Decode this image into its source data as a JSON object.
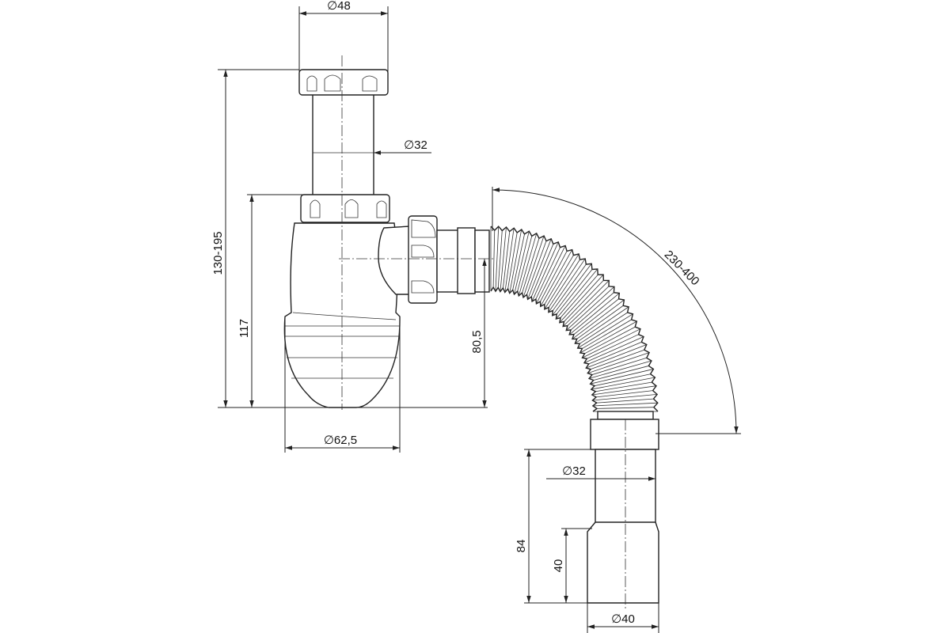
{
  "title": "Bottle siphon dimension drawing",
  "dimensions": {
    "top_nut_diameter": "∅48",
    "upper_pipe_diameter": "∅32",
    "total_height": "130-195",
    "body_height": "117",
    "outlet_height": "80,5",
    "body_diameter": "∅62,5",
    "hose_length": "230-400",
    "outlet_pipe_diameter": "∅32",
    "outlet_length": "84",
    "socket_length": "40",
    "socket_diameter": "∅40"
  },
  "colors": {
    "line": "#222222",
    "background": "#ffffff"
  }
}
